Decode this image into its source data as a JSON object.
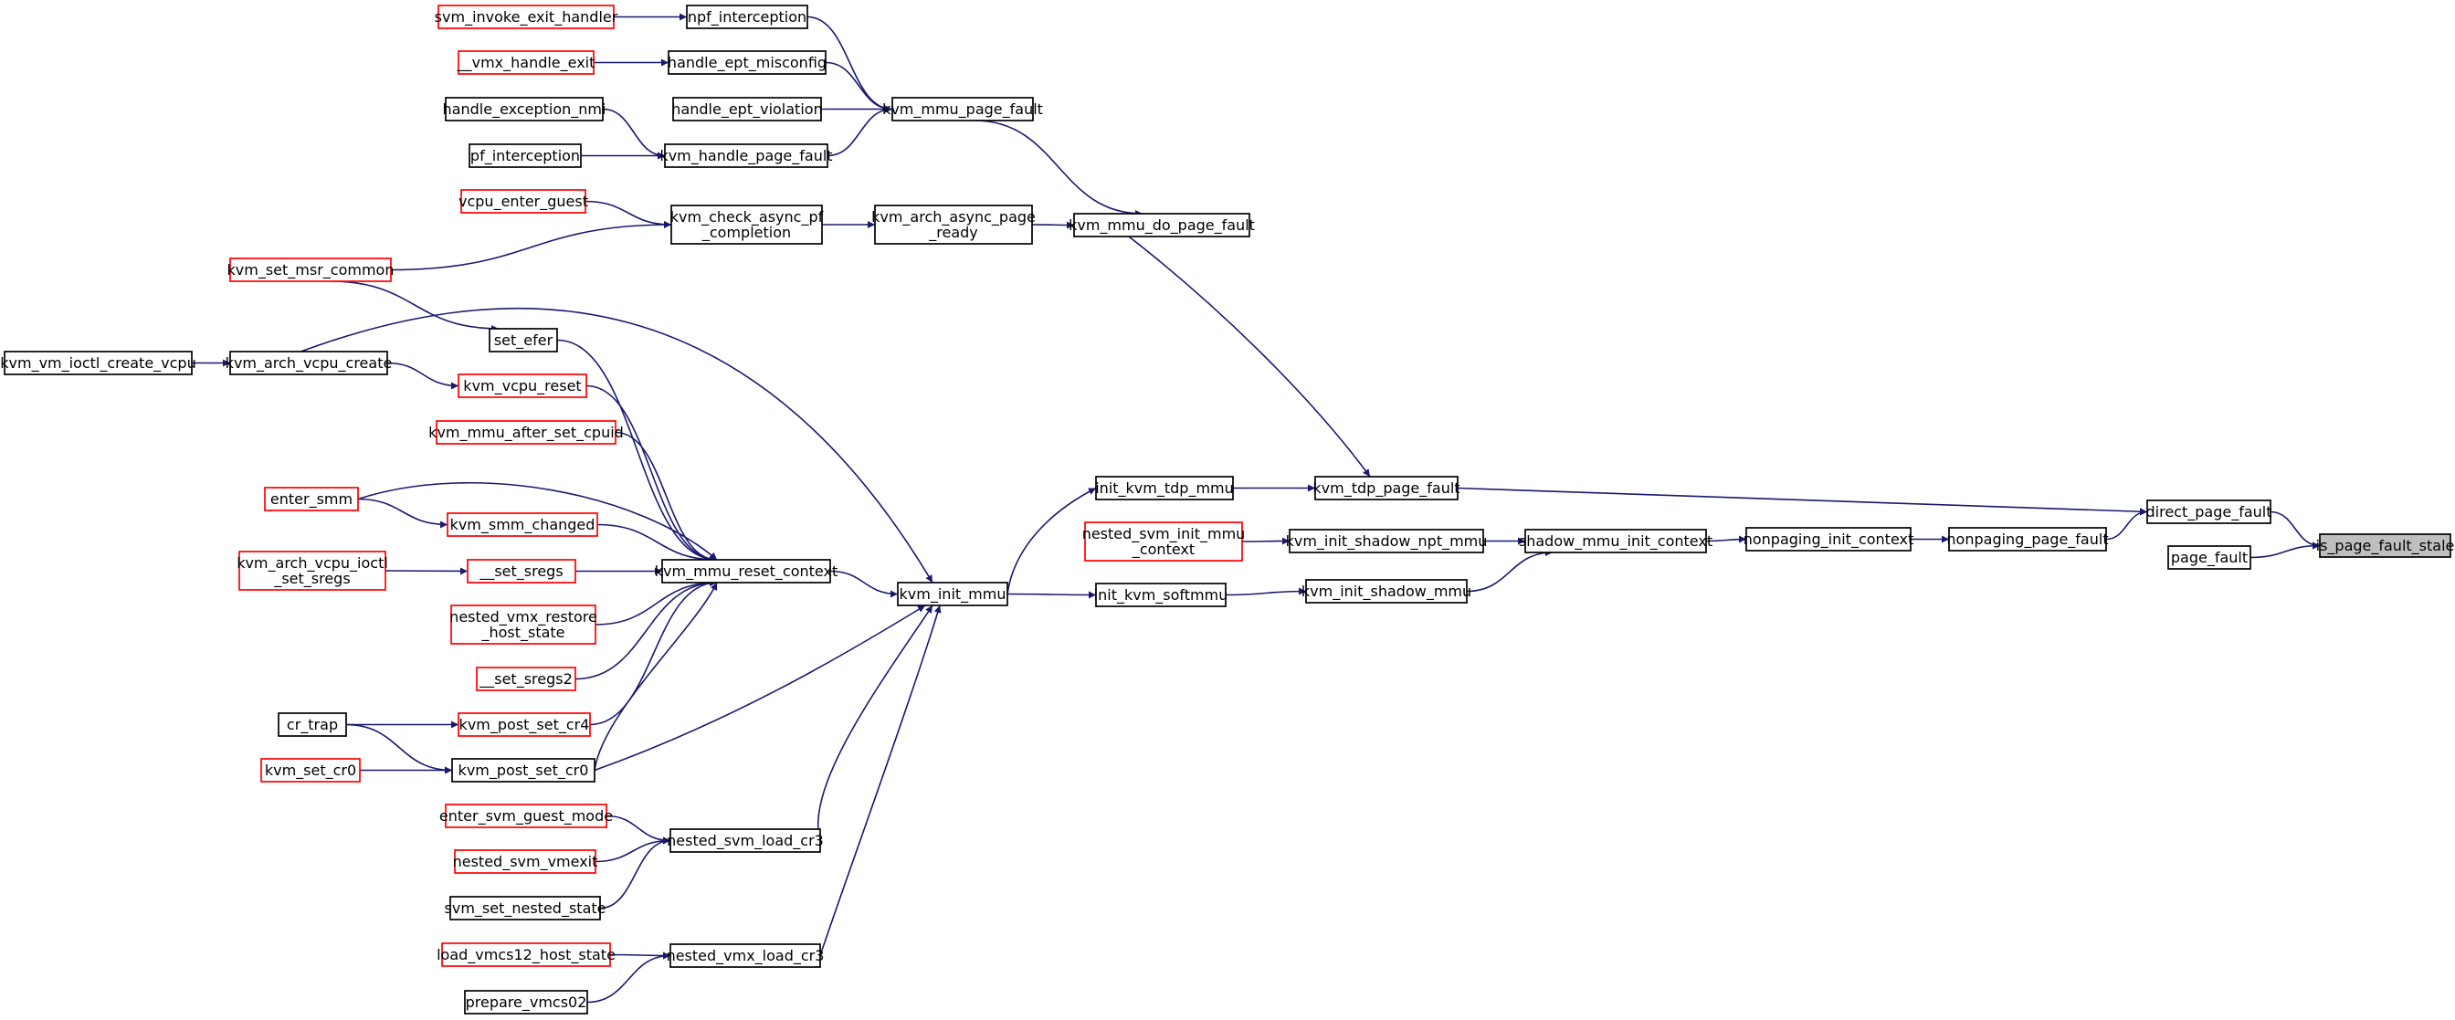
{
  "colors": {
    "node_border": "#000000",
    "node_border_undocumented": "#ff0000",
    "root_fill": "#bfbfbf",
    "edge": "#191970"
  },
  "nodes": [
    {
      "id": "is_page_fault_stale",
      "lines": [
        "is_page_fault_stale"
      ],
      "style": "root"
    },
    {
      "id": "direct_page_fault",
      "lines": [
        "direct_page_fault"
      ],
      "style": "black"
    },
    {
      "id": "page_fault",
      "lines": [
        "page_fault"
      ],
      "style": "black"
    },
    {
      "id": "nonpaging_page_fault",
      "lines": [
        "nonpaging_page_fault"
      ],
      "style": "black"
    },
    {
      "id": "kvm_tdp_page_fault",
      "lines": [
        "kvm_tdp_page_fault"
      ],
      "style": "black"
    },
    {
      "id": "nonpaging_init_context",
      "lines": [
        "nonpaging_init_context"
      ],
      "style": "black"
    },
    {
      "id": "shadow_mmu_init_context",
      "lines": [
        "shadow_mmu_init_context"
      ],
      "style": "black"
    },
    {
      "id": "kvm_init_shadow_npt_mmu",
      "lines": [
        "kvm_init_shadow_npt_mmu"
      ],
      "style": "black"
    },
    {
      "id": "kvm_init_shadow_mmu",
      "lines": [
        "kvm_init_shadow_mmu"
      ],
      "style": "black"
    },
    {
      "id": "nested_svm_init_mmu_context",
      "lines": [
        "nested_svm_init_mmu",
        "_context"
      ],
      "style": "red"
    },
    {
      "id": "init_kvm_softmmu",
      "lines": [
        "init_kvm_softmmu"
      ],
      "style": "black"
    },
    {
      "id": "init_kvm_tdp_mmu",
      "lines": [
        "init_kvm_tdp_mmu"
      ],
      "style": "black"
    },
    {
      "id": "kvm_init_mmu",
      "lines": [
        "kvm_init_mmu"
      ],
      "style": "black"
    },
    {
      "id": "kvm_mmu_do_page_fault",
      "lines": [
        "kvm_mmu_do_page_fault"
      ],
      "style": "black"
    },
    {
      "id": "kvm_arch_async_page_ready",
      "lines": [
        "kvm_arch_async_page",
        "_ready"
      ],
      "style": "black"
    },
    {
      "id": "kvm_mmu_page_fault",
      "lines": [
        "kvm_mmu_page_fault"
      ],
      "style": "black"
    },
    {
      "id": "npf_interception",
      "lines": [
        "npf_interception"
      ],
      "style": "black"
    },
    {
      "id": "handle_ept_misconfig",
      "lines": [
        "handle_ept_misconfig"
      ],
      "style": "black"
    },
    {
      "id": "handle_ept_violation",
      "lines": [
        "handle_ept_violation"
      ],
      "style": "black"
    },
    {
      "id": "kvm_handle_page_fault",
      "lines": [
        "kvm_handle_page_fault"
      ],
      "style": "black"
    },
    {
      "id": "kvm_check_async_pf_completion",
      "lines": [
        "kvm_check_async_pf",
        "_completion"
      ],
      "style": "black"
    },
    {
      "id": "kvm_mmu_reset_context",
      "lines": [
        "kvm_mmu_reset_context"
      ],
      "style": "black"
    },
    {
      "id": "nested_svm_load_cr3",
      "lines": [
        "nested_svm_load_cr3"
      ],
      "style": "black"
    },
    {
      "id": "nested_vmx_load_cr3",
      "lines": [
        "nested_vmx_load_cr3"
      ],
      "style": "black"
    },
    {
      "id": "kvm_arch_vcpu_create",
      "lines": [
        "kvm_arch_vcpu_create"
      ],
      "style": "black"
    },
    {
      "id": "kvm_vm_ioctl_create_vcpu",
      "lines": [
        "kvm_vm_ioctl_create_vcpu"
      ],
      "style": "black"
    },
    {
      "id": "set_efer",
      "lines": [
        "set_efer"
      ],
      "style": "black"
    },
    {
      "id": "kvm_vcpu_reset",
      "lines": [
        "kvm_vcpu_reset"
      ],
      "style": "red"
    },
    {
      "id": "kvm_mmu_after_set_cpuid",
      "lines": [
        "kvm_mmu_after_set_cpuid"
      ],
      "style": "red"
    },
    {
      "id": "kvm_smm_changed",
      "lines": [
        "kvm_smm_changed"
      ],
      "style": "red"
    },
    {
      "id": "enter_smm",
      "lines": [
        "enter_smm"
      ],
      "style": "red"
    },
    {
      "id": "__set_sregs",
      "lines": [
        "__set_sregs"
      ],
      "style": "red"
    },
    {
      "id": "kvm_arch_vcpu_ioctl_set_sregs",
      "lines": [
        "kvm_arch_vcpu_ioctl",
        "_set_sregs"
      ],
      "style": "red"
    },
    {
      "id": "nested_vmx_restore_host_state",
      "lines": [
        "nested_vmx_restore",
        "_host_state"
      ],
      "style": "red"
    },
    {
      "id": "__set_sregs2",
      "lines": [
        "__set_sregs2"
      ],
      "style": "red"
    },
    {
      "id": "kvm_post_set_cr4",
      "lines": [
        "kvm_post_set_cr4"
      ],
      "style": "red"
    },
    {
      "id": "kvm_post_set_cr0",
      "lines": [
        "kvm_post_set_cr0"
      ],
      "style": "black"
    },
    {
      "id": "cr_trap",
      "lines": [
        "cr_trap"
      ],
      "style": "black"
    },
    {
      "id": "kvm_set_cr0",
      "lines": [
        "kvm_set_cr0"
      ],
      "style": "red"
    },
    {
      "id": "svm_invoke_exit_handler",
      "lines": [
        "svm_invoke_exit_handler"
      ],
      "style": "red"
    },
    {
      "id": "__vmx_handle_exit",
      "lines": [
        "__vmx_handle_exit"
      ],
      "style": "red"
    },
    {
      "id": "handle_exception_nmi",
      "lines": [
        "handle_exception_nmi"
      ],
      "style": "black"
    },
    {
      "id": "pf_interception",
      "lines": [
        "pf_interception"
      ],
      "style": "black"
    },
    {
      "id": "vcpu_enter_guest",
      "lines": [
        "vcpu_enter_guest"
      ],
      "style": "red"
    },
    {
      "id": "kvm_set_msr_common",
      "lines": [
        "kvm_set_msr_common"
      ],
      "style": "red"
    },
    {
      "id": "enter_svm_guest_mode",
      "lines": [
        "enter_svm_guest_mode"
      ],
      "style": "red"
    },
    {
      "id": "nested_svm_vmexit",
      "lines": [
        "nested_svm_vmexit"
      ],
      "style": "red"
    },
    {
      "id": "svm_set_nested_state",
      "lines": [
        "svm_set_nested_state"
      ],
      "style": "black"
    },
    {
      "id": "load_vmcs12_host_state",
      "lines": [
        "load_vmcs12_host_state"
      ],
      "style": "red"
    },
    {
      "id": "prepare_vmcs02",
      "lines": [
        "prepare_vmcs02"
      ],
      "style": "black"
    }
  ],
  "edges": [
    {
      "from": "direct_page_fault",
      "to": "is_page_fault_stale"
    },
    {
      "from": "page_fault",
      "to": "is_page_fault_stale"
    },
    {
      "from": "nonpaging_page_fault",
      "to": "direct_page_fault"
    },
    {
      "from": "kvm_tdp_page_fault",
      "to": "direct_page_fault"
    },
    {
      "from": "nonpaging_init_context",
      "to": "nonpaging_page_fault"
    },
    {
      "from": "shadow_mmu_init_context",
      "to": "nonpaging_init_context"
    },
    {
      "from": "kvm_init_shadow_npt_mmu",
      "to": "shadow_mmu_init_context"
    },
    {
      "from": "kvm_init_shadow_mmu",
      "to": "shadow_mmu_init_context"
    },
    {
      "from": "nested_svm_init_mmu_context",
      "to": "kvm_init_shadow_npt_mmu"
    },
    {
      "from": "init_kvm_softmmu",
      "to": "kvm_init_shadow_mmu"
    },
    {
      "from": "init_kvm_tdp_mmu",
      "to": "kvm_tdp_page_fault"
    },
    {
      "from": "kvm_mmu_do_page_fault",
      "to": "kvm_tdp_page_fault"
    },
    {
      "from": "kvm_init_mmu",
      "to": "init_kvm_tdp_mmu"
    },
    {
      "from": "kvm_init_mmu",
      "to": "init_kvm_softmmu"
    },
    {
      "from": "kvm_arch_async_page_ready",
      "to": "kvm_mmu_do_page_fault"
    },
    {
      "from": "kvm_mmu_page_fault",
      "to": "kvm_mmu_do_page_fault"
    },
    {
      "from": "npf_interception",
      "to": "kvm_mmu_page_fault"
    },
    {
      "from": "handle_ept_misconfig",
      "to": "kvm_mmu_page_fault"
    },
    {
      "from": "handle_ept_violation",
      "to": "kvm_mmu_page_fault"
    },
    {
      "from": "kvm_handle_page_fault",
      "to": "kvm_mmu_page_fault"
    },
    {
      "from": "kvm_check_async_pf_completion",
      "to": "kvm_arch_async_page_ready"
    },
    {
      "from": "kvm_mmu_reset_context",
      "to": "kvm_init_mmu"
    },
    {
      "from": "kvm_arch_vcpu_create",
      "to": "kvm_init_mmu"
    },
    {
      "from": "kvm_post_set_cr0",
      "to": "kvm_init_mmu"
    },
    {
      "from": "nested_svm_load_cr3",
      "to": "kvm_init_mmu"
    },
    {
      "from": "nested_vmx_load_cr3",
      "to": "kvm_init_mmu"
    },
    {
      "from": "svm_invoke_exit_handler",
      "to": "npf_interception"
    },
    {
      "from": "__vmx_handle_exit",
      "to": "handle_ept_misconfig"
    },
    {
      "from": "handle_exception_nmi",
      "to": "kvm_handle_page_fault"
    },
    {
      "from": "pf_interception",
      "to": "kvm_handle_page_fault"
    },
    {
      "from": "vcpu_enter_guest",
      "to": "kvm_check_async_pf_completion"
    },
    {
      "from": "kvm_set_msr_common",
      "to": "kvm_check_async_pf_completion"
    },
    {
      "from": "kvm_set_msr_common",
      "to": "set_efer"
    },
    {
      "from": "kvm_vm_ioctl_create_vcpu",
      "to": "kvm_arch_vcpu_create"
    },
    {
      "from": "kvm_arch_vcpu_create",
      "to": "kvm_vcpu_reset"
    },
    {
      "from": "set_efer",
      "to": "kvm_mmu_reset_context"
    },
    {
      "from": "kvm_vcpu_reset",
      "to": "kvm_mmu_reset_context"
    },
    {
      "from": "kvm_mmu_after_set_cpuid",
      "to": "kvm_mmu_reset_context"
    },
    {
      "from": "enter_smm",
      "to": "kvm_mmu_reset_context"
    },
    {
      "from": "enter_smm",
      "to": "kvm_smm_changed"
    },
    {
      "from": "kvm_smm_changed",
      "to": "kvm_mmu_reset_context"
    },
    {
      "from": "__set_sregs",
      "to": "kvm_mmu_reset_context"
    },
    {
      "from": "kvm_arch_vcpu_ioctl_set_sregs",
      "to": "__set_sregs"
    },
    {
      "from": "nested_vmx_restore_host_state",
      "to": "kvm_mmu_reset_context"
    },
    {
      "from": "__set_sregs2",
      "to": "kvm_mmu_reset_context"
    },
    {
      "from": "kvm_post_set_cr4",
      "to": "kvm_mmu_reset_context"
    },
    {
      "from": "kvm_post_set_cr0",
      "to": "kvm_mmu_reset_context"
    },
    {
      "from": "cr_trap",
      "to": "kvm_post_set_cr4"
    },
    {
      "from": "cr_trap",
      "to": "kvm_post_set_cr0"
    },
    {
      "from": "kvm_set_cr0",
      "to": "kvm_post_set_cr0"
    },
    {
      "from": "enter_svm_guest_mode",
      "to": "nested_svm_load_cr3"
    },
    {
      "from": "nested_svm_vmexit",
      "to": "nested_svm_load_cr3"
    },
    {
      "from": "svm_set_nested_state",
      "to": "nested_svm_load_cr3"
    },
    {
      "from": "load_vmcs12_host_state",
      "to": "nested_vmx_load_cr3"
    },
    {
      "from": "prepare_vmcs02",
      "to": "nested_vmx_load_cr3"
    }
  ]
}
